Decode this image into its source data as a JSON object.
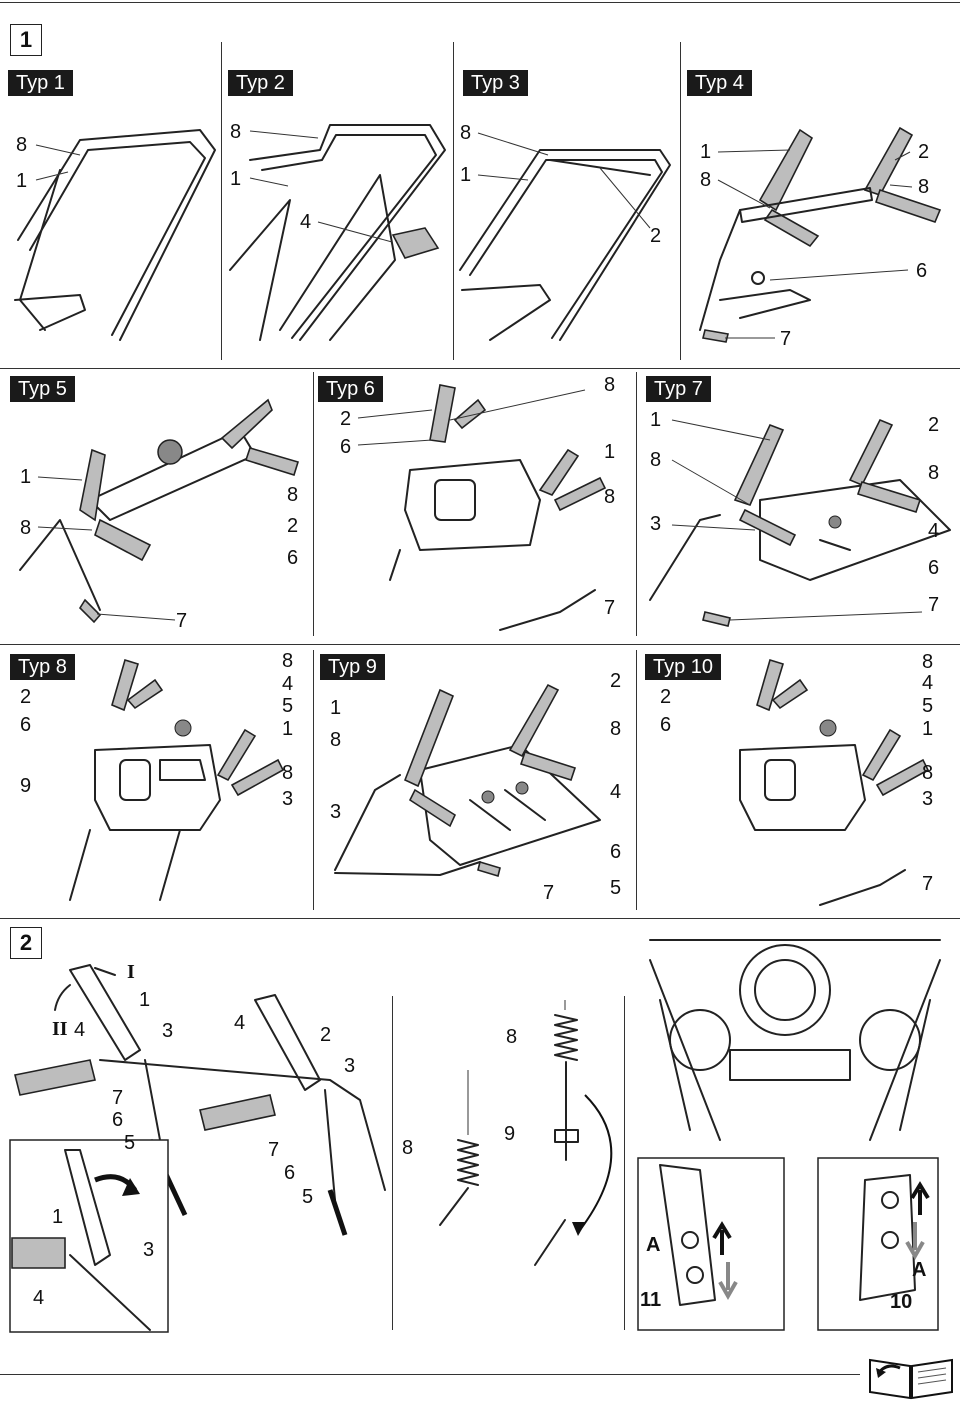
{
  "figure1": {
    "section_number": "1",
    "types": [
      {
        "title": "Typ 1",
        "labels": [
          "8",
          "1"
        ]
      },
      {
        "title": "Typ 2",
        "labels": [
          "8",
          "1",
          "4"
        ]
      },
      {
        "title": "Typ 3",
        "labels": [
          "8",
          "1",
          "2"
        ]
      },
      {
        "title": "Typ 4",
        "labels": [
          "1",
          "2",
          "8",
          "8",
          "6",
          "7"
        ]
      },
      {
        "title": "Typ 5",
        "labels": [
          "1",
          "8",
          "8",
          "2",
          "6",
          "7"
        ]
      },
      {
        "title": "Typ 6",
        "labels": [
          "8",
          "2",
          "6",
          "1",
          "8",
          "7"
        ]
      },
      {
        "title": "Typ 7",
        "labels": [
          "1",
          "2",
          "8",
          "8",
          "3",
          "4",
          "6",
          "7"
        ]
      },
      {
        "title": "Typ 8",
        "labels": [
          "8",
          "2",
          "4",
          "5",
          "6",
          "1",
          "9",
          "8",
          "3"
        ]
      },
      {
        "title": "Typ 9",
        "labels": [
          "2",
          "1",
          "8",
          "8",
          "4",
          "3",
          "6",
          "5",
          "7"
        ]
      },
      {
        "title": "Typ 10",
        "labels": [
          "8",
          "2",
          "4",
          "5",
          "6",
          "1",
          "8",
          "3",
          "7"
        ]
      }
    ]
  },
  "figure2": {
    "section_number": "2",
    "left_labels": [
      "I",
      "1",
      "II",
      "4",
      "3",
      "4",
      "2",
      "3",
      "7",
      "6",
      "5",
      "7",
      "6",
      "5"
    ],
    "detail_labels": [
      "1",
      "3",
      "4"
    ],
    "middle_labels": [
      "8",
      "8",
      "9"
    ],
    "right_labels": [
      "A",
      "11",
      "A",
      "10"
    ]
  },
  "colors": {
    "ink": "#111111",
    "badge_bg": "#1a1a1a",
    "badge_text": "#ffffff",
    "grip": "#bdbdbd"
  },
  "icons": {
    "page_turn": "book-page-turn-icon"
  }
}
